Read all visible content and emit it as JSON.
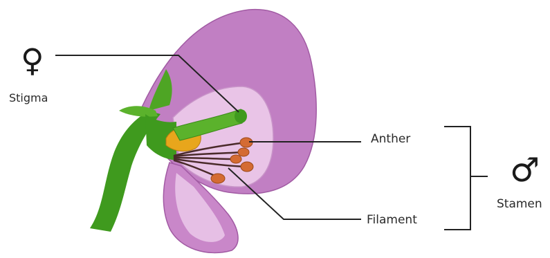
{
  "labels": {
    "stigma": "Stigma",
    "anther": "Anther",
    "filament": "Filament",
    "stamen": "Stamen"
  },
  "symbols": {
    "female": "♀",
    "male": "♂"
  },
  "colors": {
    "petal_dark": "#b266b4",
    "petal_mid": "#cf8fd0",
    "petal_light": "#ecc7ea",
    "stem": "#3f9a1e",
    "stem_light": "#6cc23a",
    "ovary": "#e8a61c",
    "anther": "#d46b33",
    "leader": "#222222"
  }
}
